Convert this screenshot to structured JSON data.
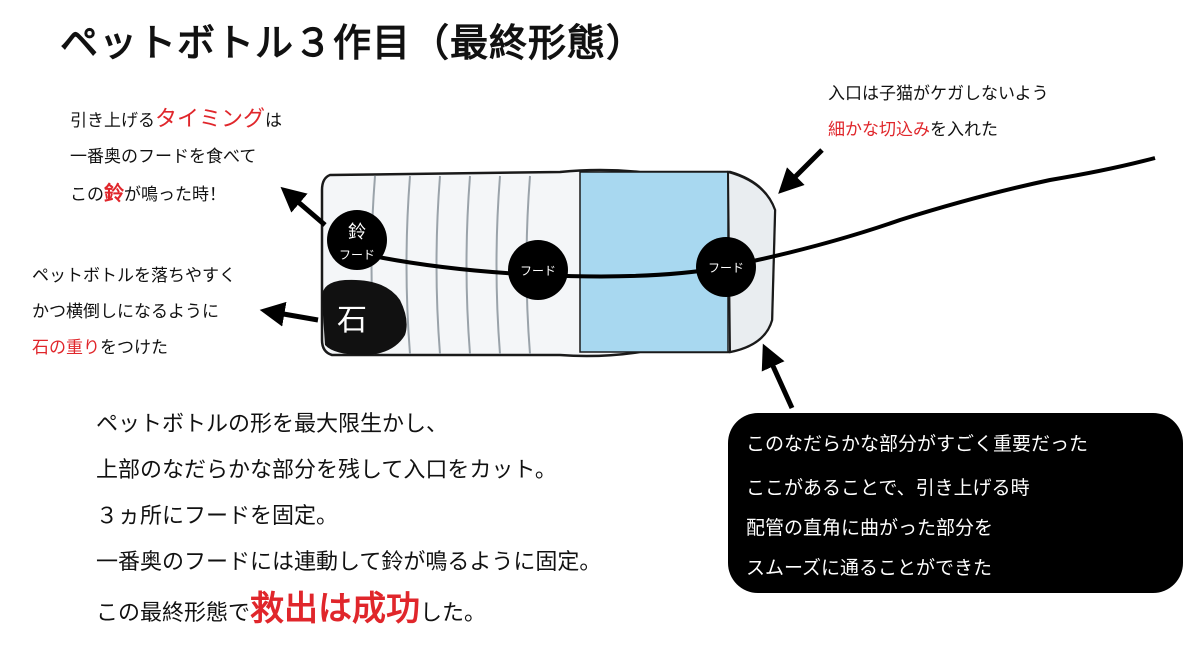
{
  "title": "ペットボトル３作目（最終形態）",
  "note_top_left": {
    "line1_pre": "引き上げる",
    "line1_highlight": "タイミング",
    "line1_post": "は",
    "line2": "一番奥のフードを食べて",
    "line3_pre": "この",
    "line3_highlight": "鈴",
    "line3_post": "が鳴った時！"
  },
  "note_mid_left": {
    "line1": "ペットボトルを落ちやすく",
    "line2": "かつ横倒しになるように",
    "line3_highlight": "石の重り",
    "line3_post": "をつけた"
  },
  "note_top_right": {
    "line1": "入口は子猫がケガしないよう",
    "line2_highlight": "細かな切込み",
    "line2_post": "を入れた"
  },
  "bottle_labels": {
    "bell": "鈴",
    "hood": "フード",
    "stone": "石"
  },
  "description": {
    "line1": "ペットボトルの形を最大限生かし、",
    "line2": "上部のなだらかな部分を残して入口をカット。",
    "line3": "３ヵ所にフードを固定。",
    "line4": "一番奥のフードには連動して鈴が鳴るように固定。",
    "line5_pre": "この最終形態で",
    "line5_highlight": "救出は成功",
    "line5_post": "した。"
  },
  "callout": {
    "line1": "このなだらかな部分がすごく重要だった",
    "line2": "ここがあることで、引き上げる時",
    "line3": "配管の直角に曲がった部分を",
    "line4": "スムーズに通ることができた"
  },
  "colors": {
    "highlight_red": "#e0262b",
    "label_blue": "#a8d8f0",
    "black": "#000000"
  }
}
